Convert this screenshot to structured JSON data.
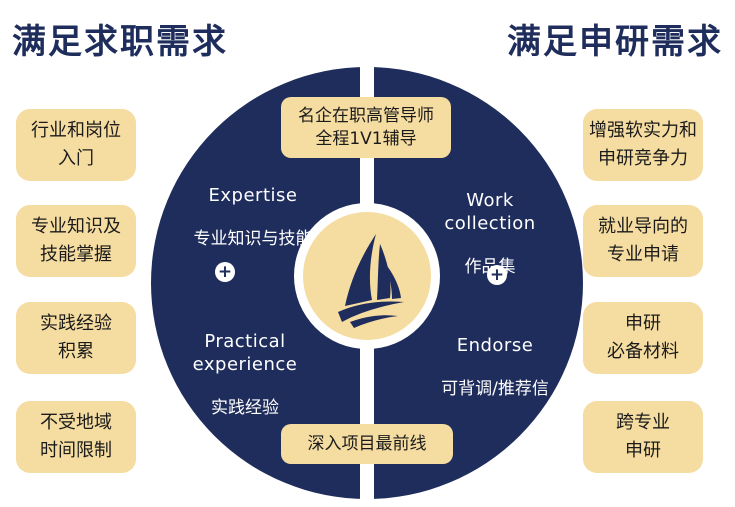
{
  "headings": {
    "left": "满足求职需求",
    "right": "满足申研需求"
  },
  "left_cards": [
    "行业和岗位\n入门",
    "专业知识及\n技能掌握",
    "实践经验\n积累",
    "不受地域\n时间限制"
  ],
  "right_cards": [
    "增强软实力和\n申研竞争力",
    "就业导向的\n专业申请",
    "申研\n必备材料",
    "跨专业\n申研"
  ],
  "circle": {
    "top_pill": "名企在职高管导师\n全程1V1辅导",
    "bottom_pill": "深入项目最前线",
    "top_left": {
      "en": "Expertise",
      "zh": "专业知识与技能"
    },
    "bottom_left": {
      "en": "Practical\nexperience",
      "zh": "实践经验"
    },
    "top_right": {
      "en": "Work\ncollection",
      "zh": "作品集"
    },
    "bottom_right": {
      "en": "Endorse",
      "zh": "可背调/推荐信"
    },
    "plus_symbol": "+",
    "center_icon": "sailboat-logo-icon"
  },
  "colors": {
    "navy": "#1f2d5c",
    "cream": "#f5dca0",
    "white": "#ffffff"
  }
}
